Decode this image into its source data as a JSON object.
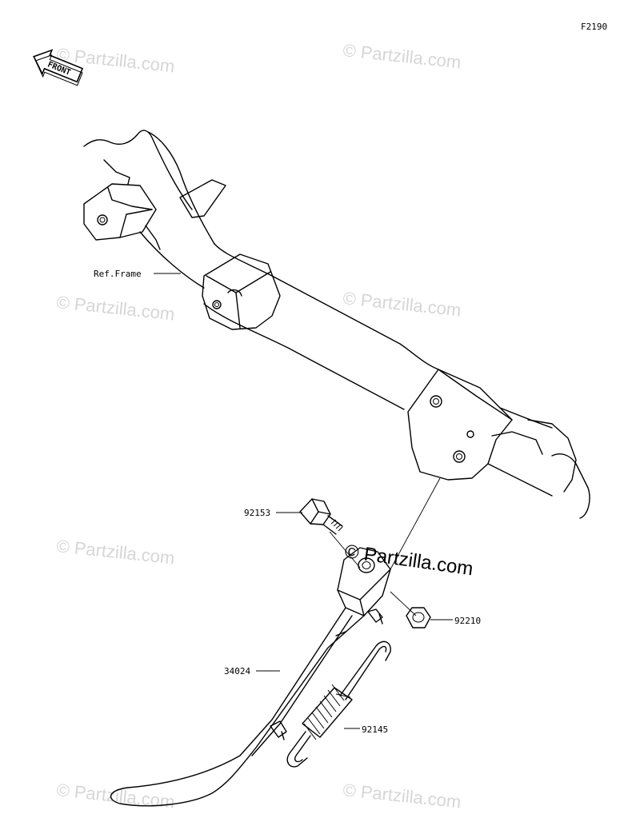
{
  "figure_code": "F2190",
  "front_label": "FRONT",
  "reference_label": "Ref.Frame",
  "watermark_text": "© Partzilla.com",
  "main_watermark_text": "© Partzilla.com",
  "parts": [
    {
      "number": "92153"
    },
    {
      "number": "92210"
    },
    {
      "number": "34024"
    },
    {
      "number": "92145"
    }
  ],
  "colors": {
    "line": "#000000",
    "watermark": "#d6d6d6"
  }
}
